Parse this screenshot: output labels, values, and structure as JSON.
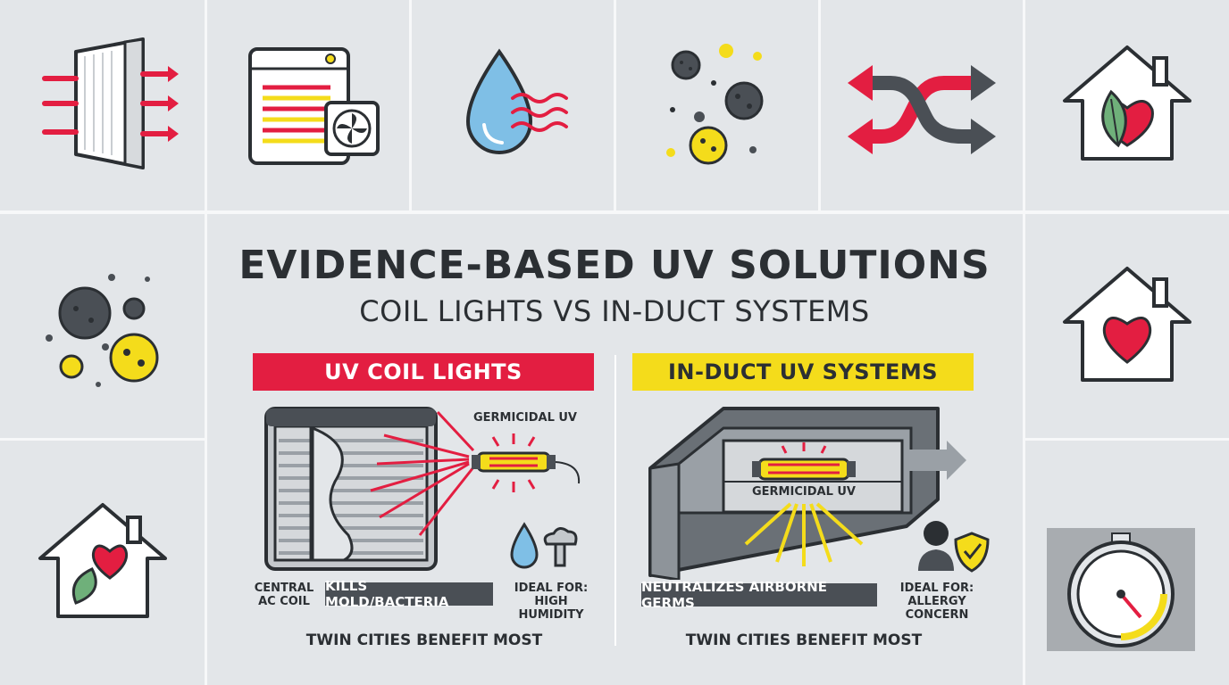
{
  "heading": {
    "title": "EVIDENCE-BASED UV SOLUTIONS",
    "subtitle": "COIL LIGHTS VS IN-DUCT SYSTEMS"
  },
  "left_panel": {
    "banner": "UV COIL LIGHTS",
    "uv_label": "GERMICIDAL UV",
    "coil_label": "CENTRAL AC COIL",
    "coil_label_line1": "CENTRAL",
    "coil_label_line2": "AC COIL",
    "benefit": "KILLS MOLD/BACTERIA",
    "ideal_line1": "IDEAL FOR:",
    "ideal_line2": "HIGH HUMIDITY",
    "footer": "TWIN CITIES BENEFIT MOST"
  },
  "right_panel": {
    "banner": "IN-DUCT UV SYSTEMS",
    "uv_label": "GERMICIDAL UV",
    "benefit": "NEUTRALIZES AIRBORNE GERMS",
    "ideal_line1": "IDEAL FOR:",
    "ideal_line2": "ALLERGY CONCERN",
    "footer": "TWIN CITIES BENEFIT MOST"
  },
  "icons": [
    "air-filter-icon",
    "air-purifier-icon",
    "humidity-drop-icon",
    "allergen-particles-icon",
    "airflow-crossover-icon",
    "healthy-home-leaf-icon",
    "dust-particles-icon",
    "home-heart-icon",
    "home-heart-leaf-icon",
    "timer-gauge-icon"
  ],
  "colors": {
    "accent_red": "#e31e41",
    "accent_yellow": "#f4dc1b",
    "dark": "#2b2f33",
    "background": "#e3e6e9"
  }
}
